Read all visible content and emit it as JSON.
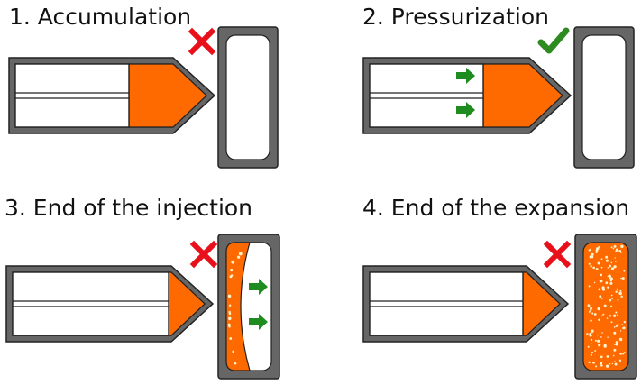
{
  "steps": [
    {
      "title": "1. Accumulation",
      "status": "not-allowed",
      "status_icon": "cross-icon",
      "arrows": false,
      "mold_fill": "empty"
    },
    {
      "title": "2. Pressurization",
      "status": "allowed",
      "status_icon": "check-icon",
      "arrows": true,
      "mold_fill": "empty"
    },
    {
      "title": "3. End of the injection",
      "status": "not-allowed",
      "status_icon": "cross-icon",
      "arrows": true,
      "mold_fill": "partial-foam"
    },
    {
      "title": "4. End of the expansion",
      "status": "not-allowed",
      "status_icon": "cross-icon",
      "arrows": false,
      "mold_fill": "full-foam"
    }
  ],
  "colors": {
    "melt_orange": "#ff6a00",
    "frame_gray": "#666666",
    "outline_dark": "#222222",
    "cross_red": "#e8101a",
    "check_green": "#2e8b1f",
    "arrow_green": "#1e8c1e",
    "foam_dot": "#fff2cc"
  }
}
